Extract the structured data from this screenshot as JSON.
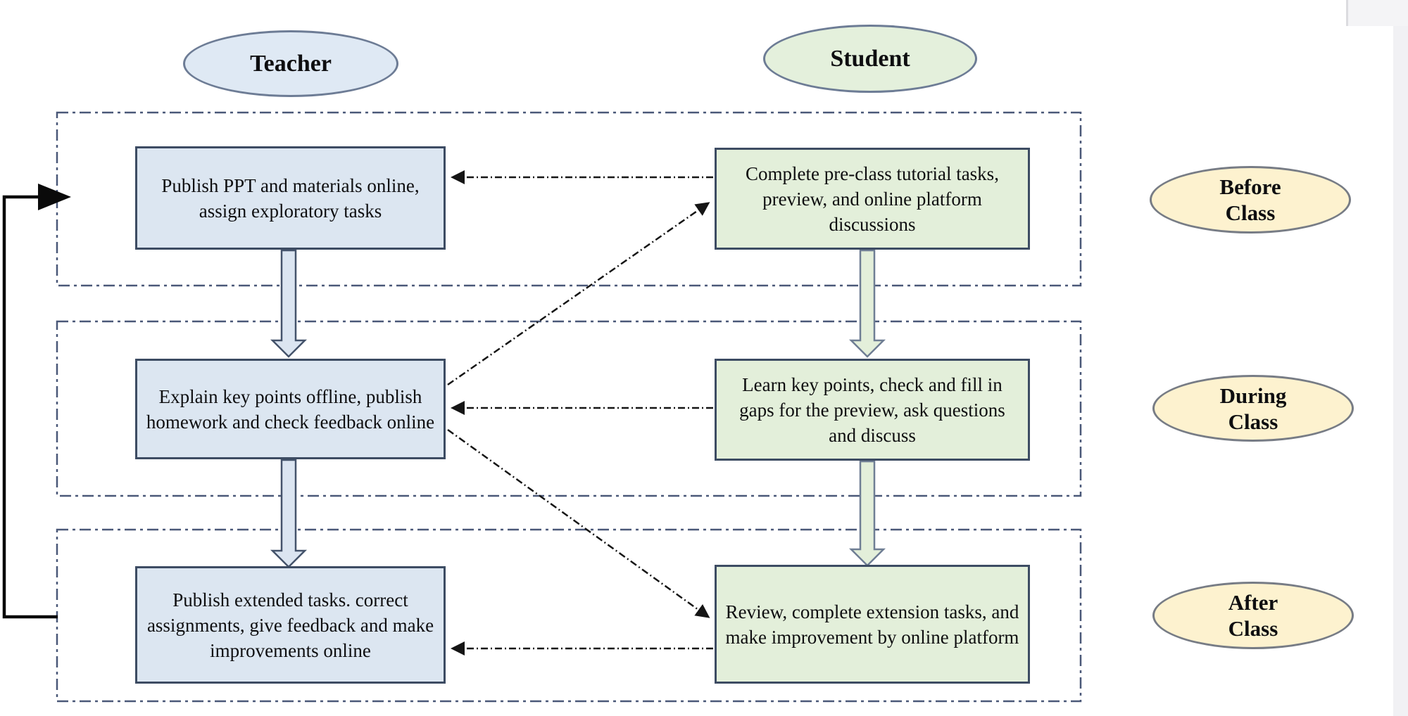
{
  "diagram": {
    "actors": [
      {
        "id": "teacher",
        "label": "Teacher",
        "fill": "#dce6f1",
        "border": "#6d7c95"
      },
      {
        "id": "student",
        "label": "Student",
        "fill": "#e3efda",
        "border": "#6d7c95"
      }
    ],
    "phases": [
      {
        "id": "before-class",
        "label": "Before\nClass"
      },
      {
        "id": "during-class",
        "label": "During\nClass"
      },
      {
        "id": "after-class",
        "label": "After\nClass"
      }
    ],
    "phase_style": {
      "fill": "#fdf2cf",
      "border": "#777c85"
    },
    "teacher_steps": [
      "Publish PPT and materials online, assign exploratory tasks",
      "Explain key points offline, publish homework and check feedback online",
      "Publish extended tasks. correct assignments, give feedback and make improvements online"
    ],
    "student_steps": [
      "Complete pre-class tutorial tasks, preview, and online platform discussions",
      "Learn key points, check and fill in gaps for the preview, ask questions and discuss",
      "Review, complete extension tasks, and make improvement by online platform"
    ],
    "connector_colors": {
      "phase_region_border": "#4a5878",
      "dashed_arrow": "#151515",
      "feedback_arrow": "#0a0a0a",
      "teacher_flow_arrow_fill": "#dbe5f1",
      "student_flow_arrow_fill": "#e3efda",
      "flow_arrow_stroke": "#44536b"
    }
  }
}
